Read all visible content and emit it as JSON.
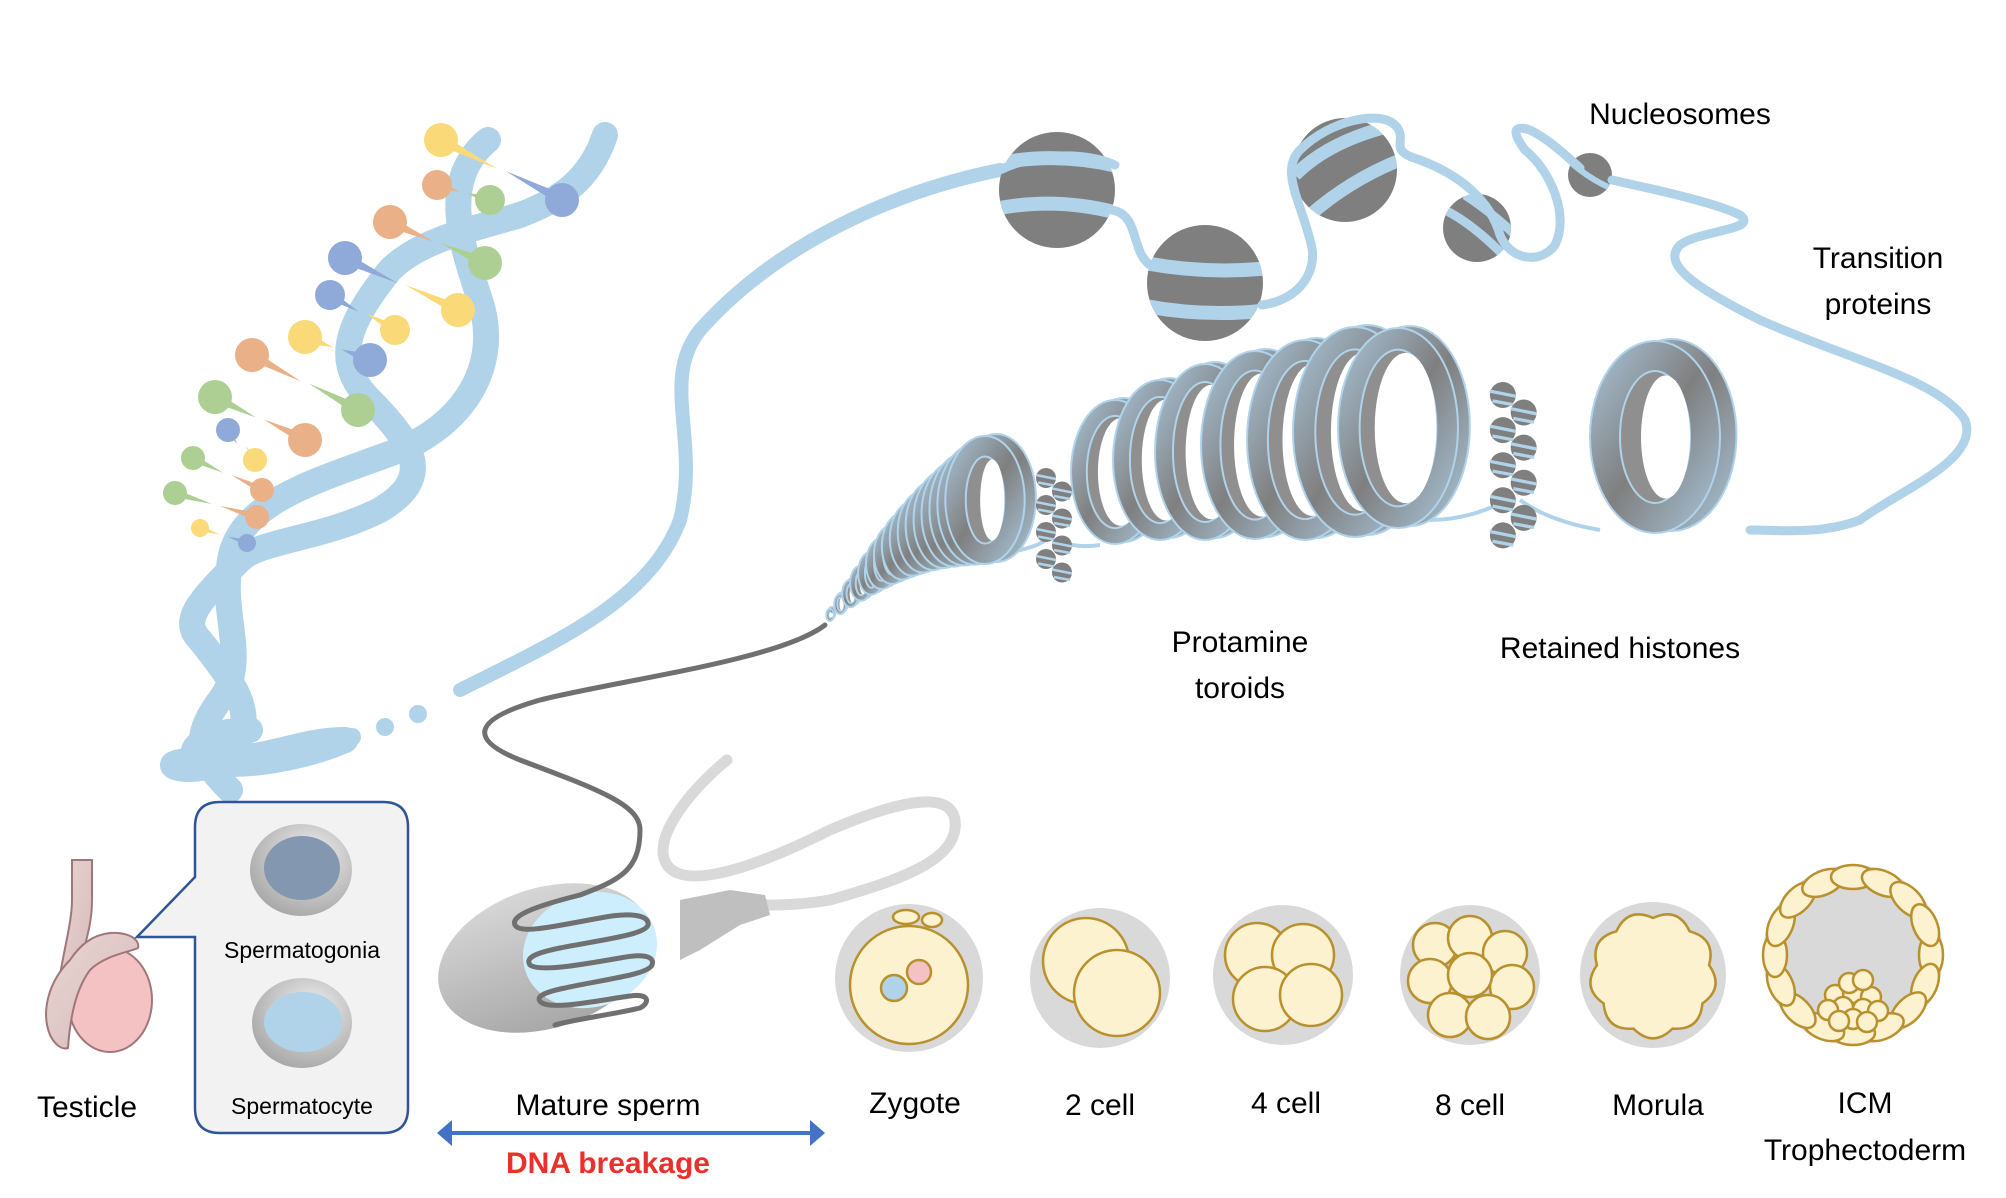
{
  "figure": {
    "title": "Sperm chromatin packaging and early embryo development",
    "colors": {
      "dna_strand": "#b0d3ea",
      "histone_gray": "#7f7f7f",
      "toroid_light": "#a6c3d8",
      "sperm_tail_dark": "#707070",
      "sperm_head": "#c8c8c8",
      "sperm_nucleus": "#cdeefd",
      "embryo_zona": "#d9d9d9",
      "embryo_cell_fill": "#fdf2d0",
      "embryo_cell_stroke": "#b8902e",
      "callout_fill": "#f2f2f2",
      "callout_stroke": "#2f5597",
      "spermatogonia_nucleus": "#8497b0",
      "spermatocyte_nucleus": "#b0d3ea",
      "testicle_fill": "#f4c2c2",
      "testicle_stroke": "#a0767a",
      "epididymis_fill": "#e5ccc9",
      "arrow": "#4472c4",
      "breakage_text": "#e8312a",
      "base_yellow": "#f9d978",
      "base_orange": "#eab087",
      "base_blue": "#8fa9d8",
      "base_green": "#aecf93"
    }
  },
  "chromatin_labels": {
    "nucleosomes": "Nucleosomes",
    "transition_line1": "Transition",
    "transition_line2": "proteins",
    "protamine_line1": "Protamine",
    "protamine_line2": "toroids",
    "retained_histones": "Retained histones"
  },
  "germ_cells": {
    "testicle": "Testicle",
    "callout": {
      "spermatogonia": "Spermatogonia",
      "spermatocyte": "Spermatocyte"
    }
  },
  "sperm": {
    "label": "Mature sperm",
    "arrow_note": "DNA breakage"
  },
  "embryo_stages": [
    {
      "label": "Zygote"
    },
    {
      "label": "2 cell"
    },
    {
      "label": "4 cell"
    },
    {
      "label": "8 cell"
    },
    {
      "label": "Morula"
    },
    {
      "label_line1": "ICM",
      "label_line2": "Trophectoderm"
    }
  ]
}
